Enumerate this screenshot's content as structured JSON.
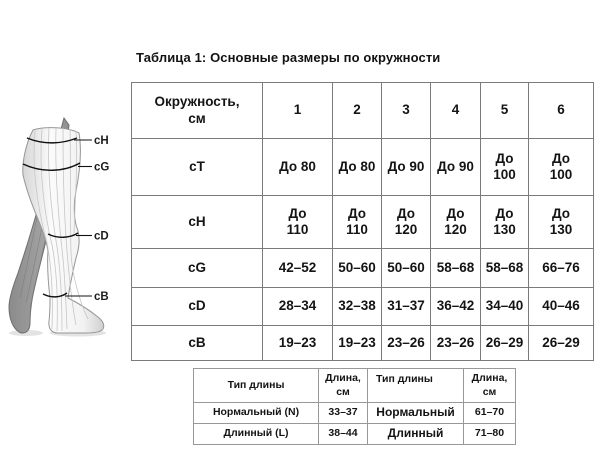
{
  "title": "Таблица 1: Основные размеры по окружности",
  "size_table": {
    "corner_label": "Окружность,\nсм",
    "sizes": [
      "1",
      "2",
      "3",
      "4",
      "5",
      "6"
    ],
    "rows": [
      {
        "label": "cT",
        "values": [
          "До 80",
          "До 80",
          "До 90",
          "До 90",
          "До\n100",
          "До\n100"
        ]
      },
      {
        "label": "cH",
        "values": [
          "До\n110",
          "До\n110",
          "До\n120",
          "До\n120",
          "До\n130",
          "До\n130"
        ]
      },
      {
        "label": "cG",
        "values": [
          "42–52",
          "50–60",
          "50–60",
          "58–68",
          "58–68",
          "66–76"
        ]
      },
      {
        "label": "cD",
        "values": [
          "28–34",
          "32–38",
          "31–37",
          "36–42",
          "34–40",
          "40–46"
        ]
      },
      {
        "label": "cB",
        "values": [
          "19–23",
          "19–23",
          "23–26",
          "23–26",
          "26–29",
          "26–29"
        ]
      }
    ]
  },
  "length_table": {
    "headers": [
      "Тип длины",
      "Длина,\nсм",
      "Тип длины",
      "Длина,\nсм"
    ],
    "rows": [
      [
        "Нормальный (N)",
        "33–37",
        "Нормальный",
        "61–70"
      ],
      [
        "Длинный (L)",
        "38–44",
        "Длинный",
        "71–80"
      ]
    ]
  },
  "leg_diagram": {
    "labels": [
      "cH",
      "cG",
      "cD",
      "cB"
    ]
  },
  "colors": {
    "main_table_border": "#7b7b7b",
    "length_table_border": "#989898",
    "text": "#141414",
    "leg_front": "#efefef",
    "leg_back": "#979797",
    "measure_line": "#111111"
  }
}
